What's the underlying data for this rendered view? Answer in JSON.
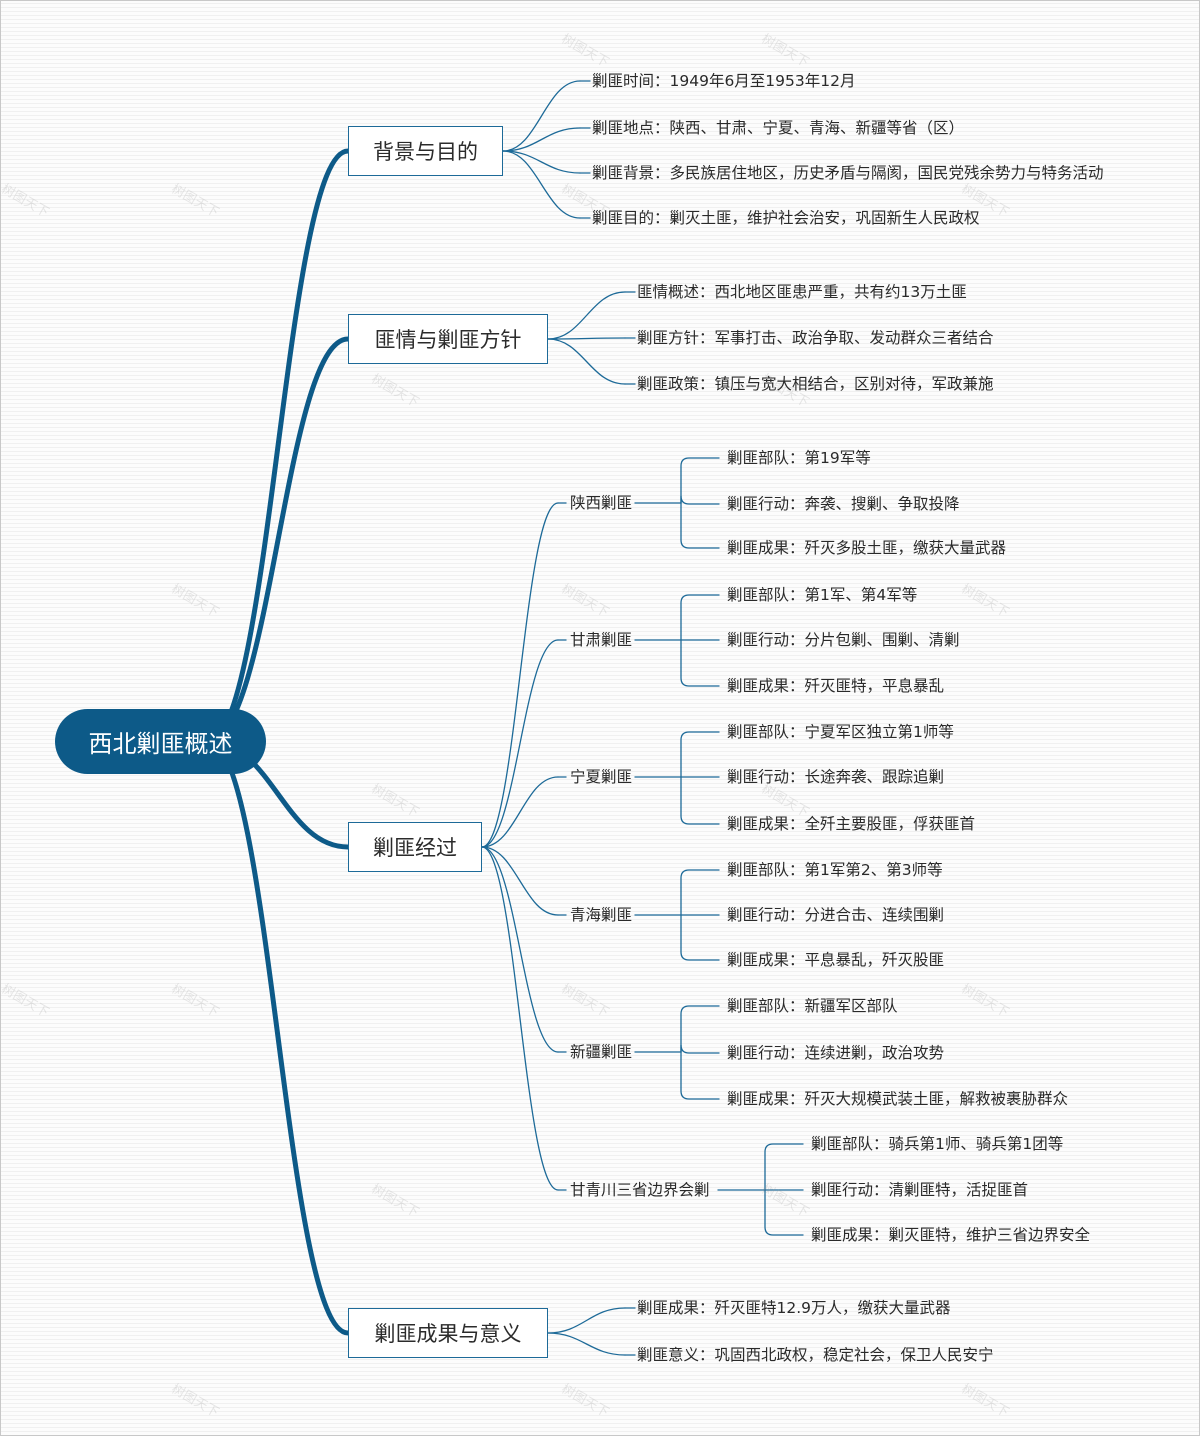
{
  "title": "西北剿匪概述",
  "colors": {
    "accent": "#0d5a88",
    "line": "#1d6a98"
  },
  "branches": [
    {
      "label": "背景与目的",
      "children": [
        {
          "label": "剿匪时间：1949年6月至1953年12月"
        },
        {
          "label": "剿匪地点：陕西、甘肃、宁夏、青海、新疆等省（区）"
        },
        {
          "label": "剿匪背景：多民族居住地区，历史矛盾与隔阂，国民党残余势力与特务活动"
        },
        {
          "label": "剿匪目的：剿灭土匪，维护社会治安，巩固新生人民政权"
        }
      ]
    },
    {
      "label": "匪情与剿匪方针",
      "children": [
        {
          "label": "匪情概述：西北地区匪患严重，共有约13万土匪"
        },
        {
          "label": "剿匪方针：军事打击、政治争取、发动群众三者结合"
        },
        {
          "label": "剿匪政策：镇压与宽大相结合，区别对待，军政兼施"
        }
      ]
    },
    {
      "label": "剿匪经过",
      "children": [
        {
          "label": "陕西剿匪",
          "children": [
            {
              "label": "剿匪部队：第19军等"
            },
            {
              "label": "剿匪行动：奔袭、搜剿、争取投降"
            },
            {
              "label": "剿匪成果：歼灭多股土匪，缴获大量武器"
            }
          ]
        },
        {
          "label": "甘肃剿匪",
          "children": [
            {
              "label": "剿匪部队：第1军、第4军等"
            },
            {
              "label": "剿匪行动：分片包剿、围剿、清剿"
            },
            {
              "label": "剿匪成果：歼灭匪特，平息暴乱"
            }
          ]
        },
        {
          "label": "宁夏剿匪",
          "children": [
            {
              "label": "剿匪部队：宁夏军区独立第1师等"
            },
            {
              "label": "剿匪行动：长途奔袭、跟踪追剿"
            },
            {
              "label": "剿匪成果：全歼主要股匪，俘获匪首"
            }
          ]
        },
        {
          "label": "青海剿匪",
          "children": [
            {
              "label": "剿匪部队：第1军第2、第3师等"
            },
            {
              "label": "剿匪行动：分进合击、连续围剿"
            },
            {
              "label": "剿匪成果：平息暴乱，歼灭股匪"
            }
          ]
        },
        {
          "label": "新疆剿匪",
          "children": [
            {
              "label": "剿匪部队：新疆军区部队"
            },
            {
              "label": "剿匪行动：连续进剿，政治攻势"
            },
            {
              "label": "剿匪成果：歼灭大规模武装土匪，解救被裹胁群众"
            }
          ]
        },
        {
          "label": "甘青川三省边界会剿",
          "children": [
            {
              "label": "剿匪部队：骑兵第1师、骑兵第1团等"
            },
            {
              "label": "剿匪行动：清剿匪特，活捉匪首"
            },
            {
              "label": "剿匪成果：剿灭匪特，维护三省边界安全"
            }
          ]
        }
      ]
    },
    {
      "label": "剿匪成果与意义",
      "children": [
        {
          "label": "剿匪成果：歼灭匪特12.9万人，缴获大量武器"
        },
        {
          "label": "剿匪意义：巩固西北政权，稳定社会，保卫人民安宁"
        }
      ]
    }
  ],
  "watermark": "树图天下"
}
